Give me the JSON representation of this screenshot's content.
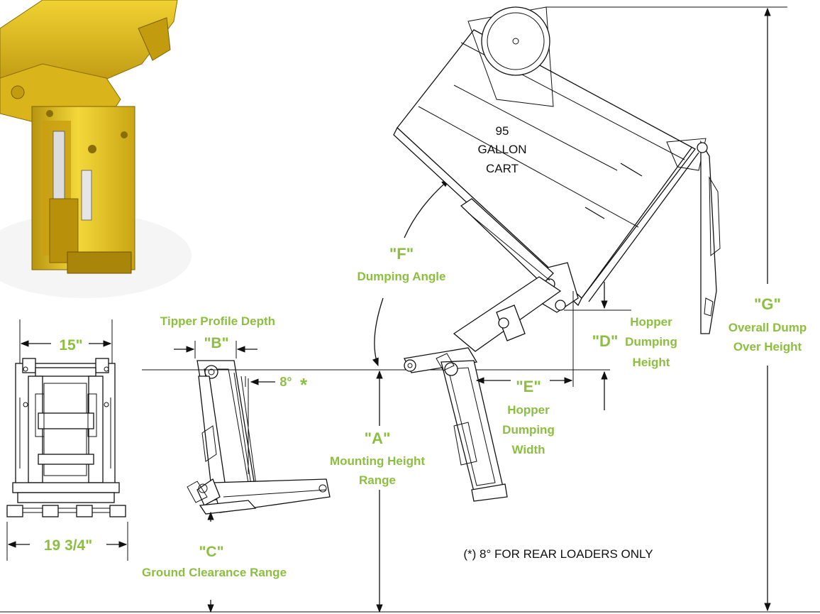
{
  "colors": {
    "accent": "#8cbf3f",
    "line": "#111111",
    "photo_yellow": "#e4c21a"
  },
  "labels": {
    "top_width": "15\"",
    "bottom_width": "19 3/4\"",
    "profile_depth_title": "Tipper Profile Depth",
    "b_code": "\"B\"",
    "angle_8": "8°",
    "asterisk": "*",
    "c_code": "\"C\"",
    "c_name": "Ground Clearance Range",
    "a_code": "\"A\"",
    "a_name_1": "Mounting Height",
    "a_name_2": "Range",
    "f_code": "\"F\"",
    "f_name": "Dumping Angle",
    "cart_1": "95",
    "cart_2": "GALLON",
    "cart_3": "CART",
    "d_code": "\"D\"",
    "d_name_1": "Hopper",
    "d_name_2": "Dumping",
    "d_name_3": "Height",
    "e_code": "\"E\"",
    "e_name_1": "Hopper",
    "e_name_2": "Dumping",
    "e_name_3": "Width",
    "g_code": "\"G\"",
    "g_name_1": "Overall Dump",
    "g_name_2": "Over Height",
    "footnote": "(*) 8° FOR REAR LOADERS ONLY"
  }
}
